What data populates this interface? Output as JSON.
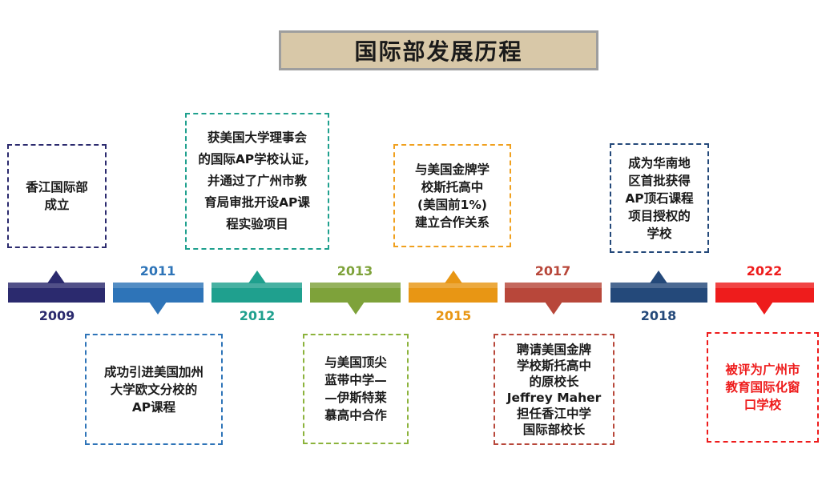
{
  "title": "国际部发展历程",
  "timeline": [
    {
      "year": "2009",
      "text": "香江国际部\n成立",
      "color": "#2b2a6e"
    },
    {
      "year": "2011",
      "text": "成功引进美国加州\n大学欧文分校的\nAP课程",
      "color": "#2e74b8"
    },
    {
      "year": "2012",
      "text": "获美国大学理事会\n的国际AP学校认证，\n并通过了广州市教\n育局审批开设AP课\n程实验项目",
      "color": "#1fa08e"
    },
    {
      "year": "2013",
      "text": "与美国顶尖\n蓝带中学—\n—伊斯特莱\n慕高中合作",
      "color": "#8cb33c"
    },
    {
      "year": "2015",
      "text": "与美国金牌学\n校斯托高中\n(美国前1%)\n建立合作关系",
      "color": "#f0a01e"
    },
    {
      "year": "2017",
      "text": "聘请美国金牌\n学校斯托高中\n的原校长\nJeffrey Maher\n担任香江中学\n国际部校长",
      "color": "#b8473a"
    },
    {
      "year": "2018",
      "text": "成为华南地\n区首批获得\nAP顶石课程\n项目授权的\n学校",
      "color": "#24497a"
    },
    {
      "year": "2022",
      "text": "被评为广州市\n教育国际化窗\n口学校",
      "color": "#ee1c1c"
    }
  ]
}
